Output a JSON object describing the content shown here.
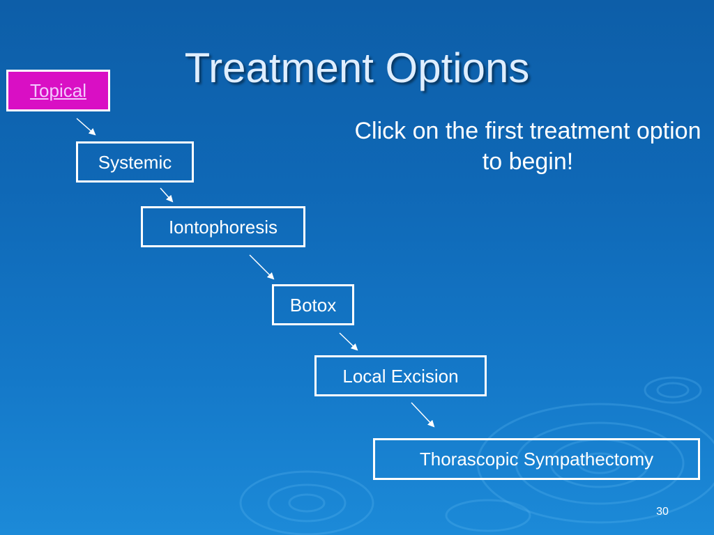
{
  "slide": {
    "title": "Treatment Options",
    "instruction": "Click on the first treatment option to begin!",
    "slide_number": "30"
  },
  "steps": {
    "topical": "Topical",
    "systemic": "Systemic",
    "iontophoresis": "Iontophoresis",
    "botox": "Botox",
    "local_excision": "Local Excision",
    "thorascopic_sympathectomy": "Thorascopic Sympathectomy"
  },
  "colors": {
    "background": "#1070bf",
    "highlight_box": "#d90fc4",
    "link_text": "#f3c8ff",
    "border": "#ffffff"
  },
  "icons": {
    "flow_arrow": "arrow-down-right-icon"
  }
}
